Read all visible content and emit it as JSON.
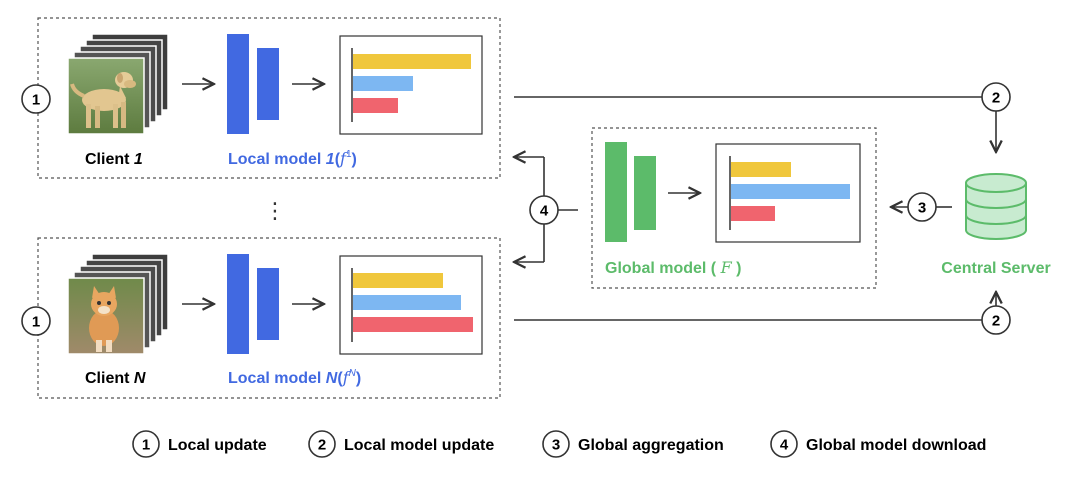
{
  "client1": {
    "client_label": "Client ",
    "client_index": "1",
    "model_prefix": "Local model ",
    "model_index": "1",
    "model_open": "(",
    "model_symbol": "f",
    "model_sup": "1",
    "model_close": ")",
    "step": "1",
    "bars": [
      0.92,
      0.47,
      0.35
    ]
  },
  "ellipsis": "⋮",
  "clientN": {
    "client_label": "Client ",
    "client_index": "N",
    "model_prefix": "Local model ",
    "model_index": "N",
    "model_open": "(",
    "model_symbol": "f",
    "model_sup": "N",
    "model_close": ")",
    "step": "1",
    "bars": [
      0.7,
      0.84,
      0.94
    ]
  },
  "global": {
    "label_prefix": "Global model ( ",
    "symbol": "F",
    "label_suffix": " )",
    "bars": [
      0.47,
      0.94,
      0.35
    ]
  },
  "server": {
    "label": "Central Server"
  },
  "steps": {
    "download": "4",
    "aggregate": "3",
    "upload_top": "2",
    "upload_bottom": "2"
  },
  "legend": [
    {
      "num": "1",
      "label": "Local update"
    },
    {
      "num": "2",
      "label": "Local model update"
    },
    {
      "num": "3",
      "label": "Global aggregation"
    },
    {
      "num": "4",
      "label": "Global model download"
    }
  ],
  "colors": {
    "blue_model": "#4169e1",
    "green": "#5cbb6a",
    "bar_yellow": "#f0c73c",
    "bar_blue": "#7db7f2",
    "bar_red": "#f0646e",
    "line": "#333333",
    "dashed": "#555555"
  }
}
